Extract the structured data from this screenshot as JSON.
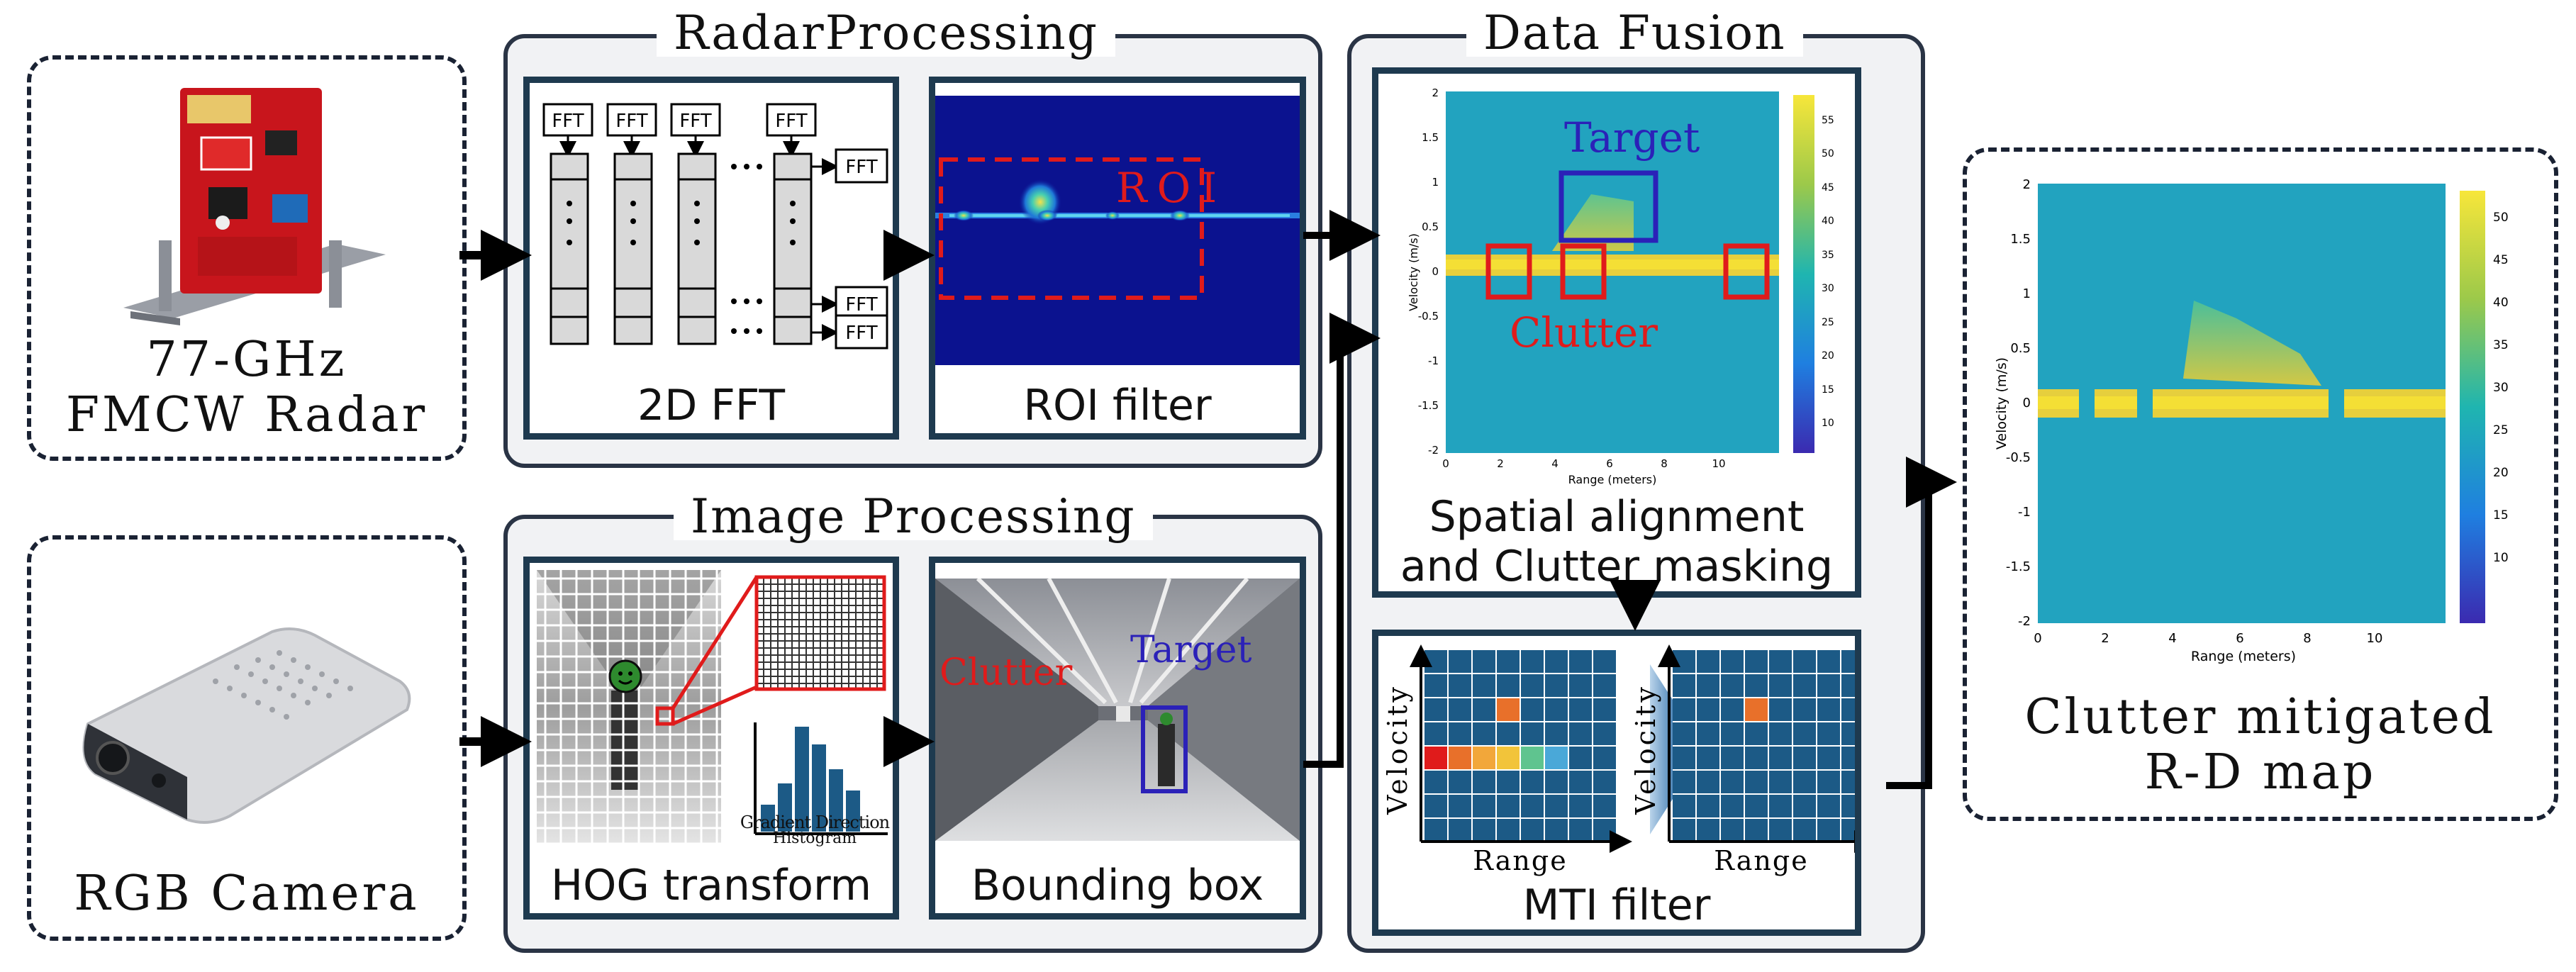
{
  "inputs": {
    "radar_label": [
      "77-GHz",
      "FMCW Radar"
    ],
    "camera_label": "RGB Camera"
  },
  "radar_processing": {
    "title": "RadarProcessing",
    "fft_panel": {
      "label": "2D FFT",
      "fft_box": "FFT"
    },
    "roi_panel": {
      "label": "ROI filter",
      "roi_text": "ROI"
    }
  },
  "image_processing": {
    "title": "Image Processing",
    "hog_panel": {
      "label": "HOG transform",
      "histogram_caption": [
        "Gradient Direction",
        "Histogram"
      ]
    },
    "bbox_panel": {
      "label": "Bounding box",
      "clutter_text": "Clutter",
      "target_text": "Target"
    }
  },
  "data_fusion": {
    "title": "Data Fusion",
    "align_panel": {
      "label": [
        "Spatial alignment",
        "and Clutter masking"
      ],
      "target_text": "Target",
      "clutter_text": "Clutter",
      "xlabel": "Range (meters)",
      "ylabel": "Velocity (m/s)",
      "xticks": [
        "0",
        "2",
        "4",
        "6",
        "8",
        "10"
      ],
      "yticks": [
        "2",
        "1.5",
        "1",
        "0.5",
        "0",
        "-0.5",
        "-1",
        "-1.5",
        "-2"
      ],
      "cbar_ticks": [
        "55",
        "50",
        "45",
        "40",
        "35",
        "30",
        "25",
        "20",
        "15",
        "10"
      ]
    },
    "mti_panel": {
      "label": "MTI filter",
      "ylabel": "Velocity",
      "xlabel": "Range"
    }
  },
  "output": {
    "label": [
      "Clutter mitigated",
      "R-D map"
    ],
    "xlabel": "Range (meters)",
    "ylabel": "Velocity (m/s)",
    "xticks": [
      "0",
      "2",
      "4",
      "6",
      "8",
      "10"
    ],
    "yticks": [
      "2",
      "1.5",
      "1",
      "0.5",
      "0",
      "-0.5",
      "-1",
      "-1.5",
      "-2"
    ],
    "cbar_ticks": [
      "50",
      "45",
      "40",
      "35",
      "30",
      "25",
      "20",
      "15",
      "10"
    ]
  },
  "colors": {
    "panel_border": "#1e3a4f",
    "parula_bg": "#1f9fbf",
    "target_blue": "#2b21b8",
    "clutter_red": "#e01b1b",
    "mti_cell": "#1c5a86"
  }
}
